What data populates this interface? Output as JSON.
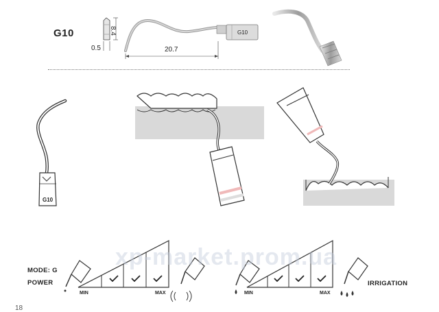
{
  "header": {
    "model": "G10",
    "dim_thickness": "0.5",
    "dim_height": "8.4",
    "dim_length": "20.7",
    "tip_marking": "G10"
  },
  "illustration": {
    "tip_label": "G10"
  },
  "legend": {
    "mode": "MODE: G",
    "power": "POWER",
    "irrigation": "IRRIGATION",
    "power_scale": {
      "min": "MIN",
      "max": "MAX",
      "checked": 3
    },
    "irrigation_scale": {
      "min": "MIN",
      "max": "MAX",
      "checked": 3
    }
  },
  "page_number": "18",
  "watermark": "xp-market.prom.ua",
  "colors": {
    "line": "#333333",
    "gum": "#d9d9d9",
    "metal": "#b8b8b8",
    "watermark": "#c3cddc"
  }
}
